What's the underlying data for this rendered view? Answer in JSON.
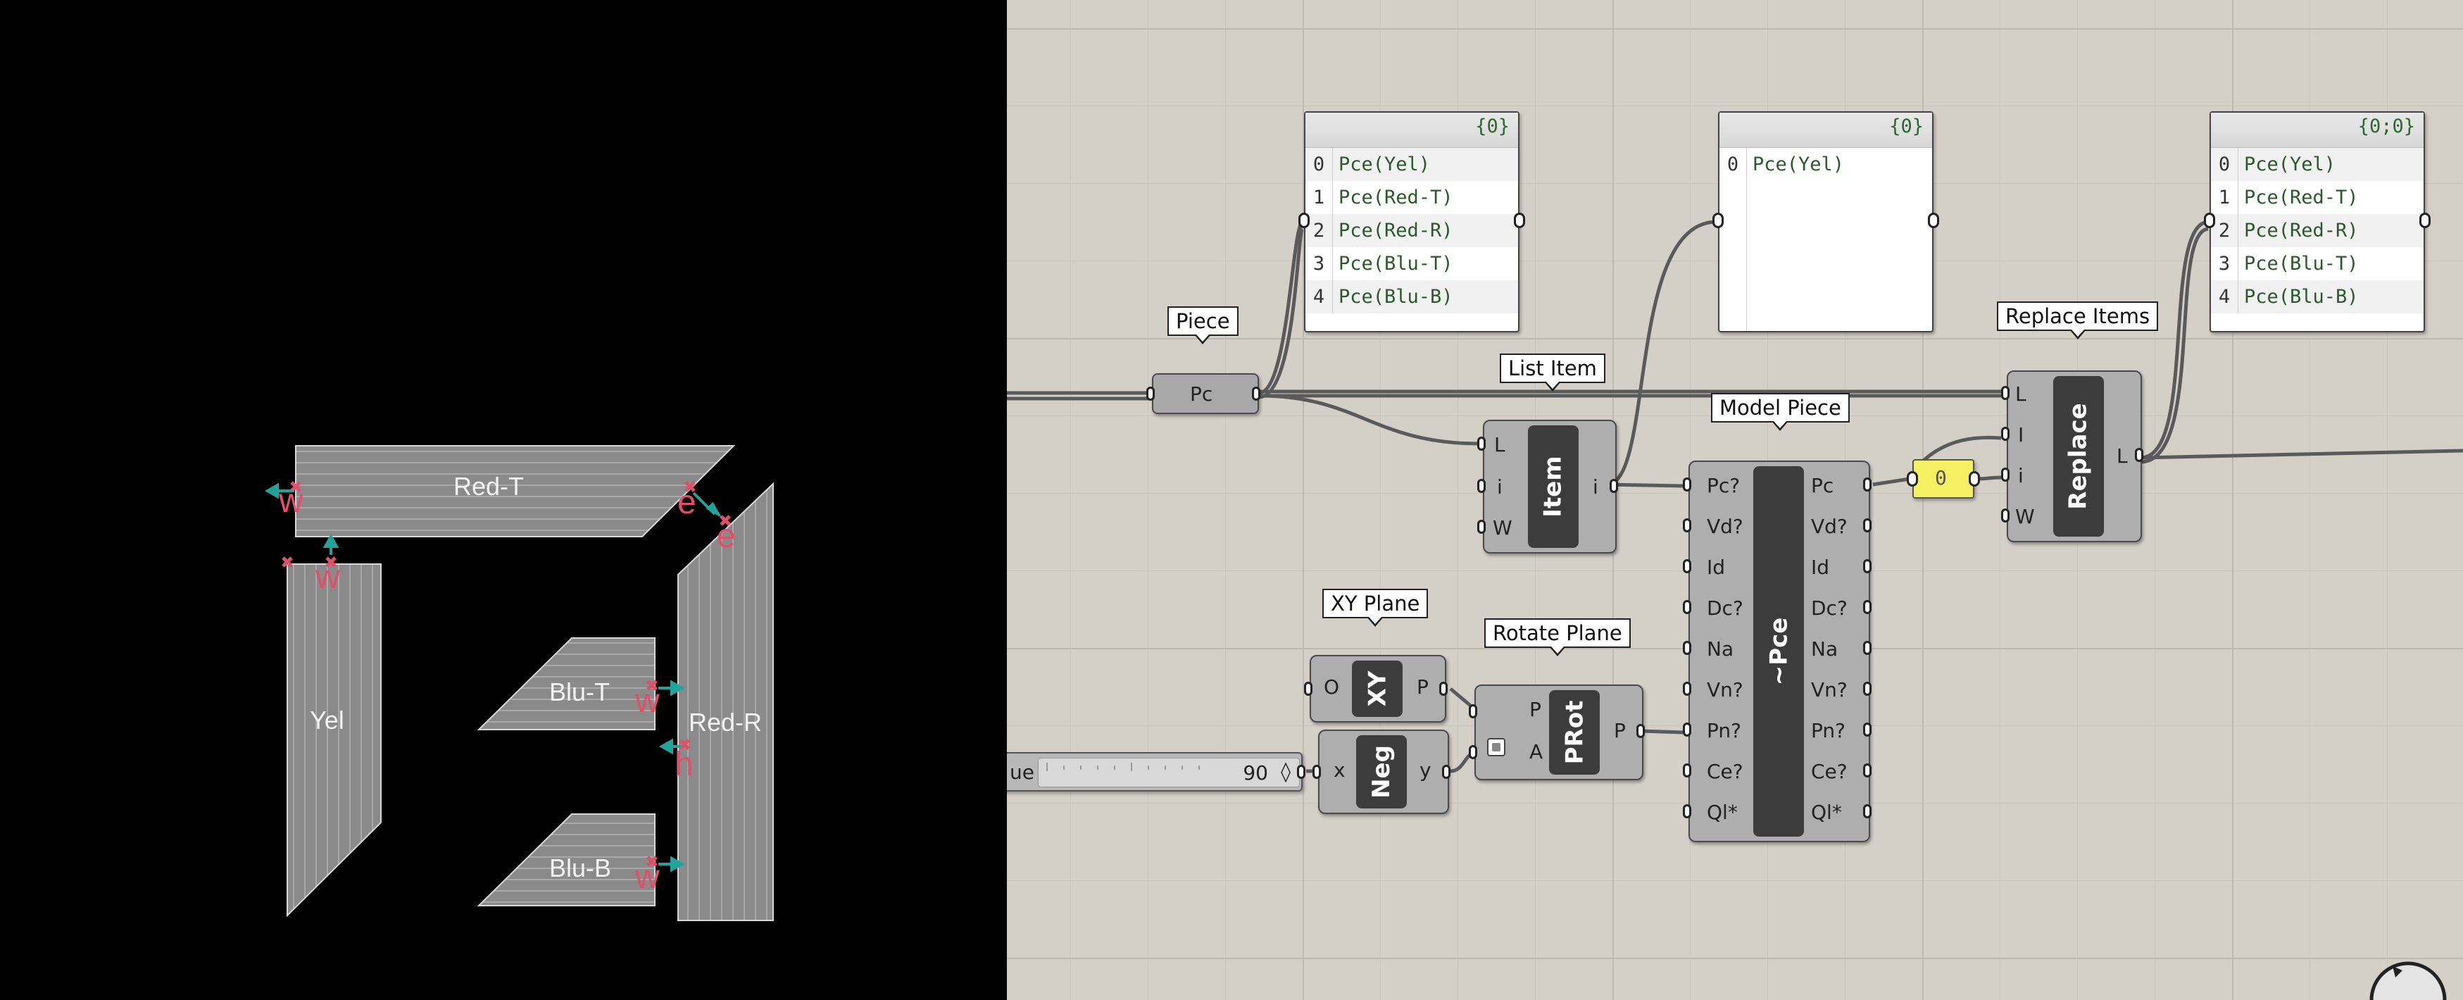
{
  "viewport": {
    "pieces": {
      "red_t": "Red-T",
      "red_r": "Red-R",
      "yel": "Yel",
      "blu_t": "Blu-T",
      "blu_b": "Blu-B"
    },
    "annotations": {
      "w1": "w",
      "w2": "w",
      "w3": "w",
      "w4": "w",
      "e1": "e",
      "e2": "e",
      "h1": "h"
    }
  },
  "canvas": {
    "piece_param": {
      "bubble": "Piece",
      "label": "Pc"
    },
    "list_item": {
      "bubble": "List Item",
      "core": "Item",
      "inputs": [
        "L",
        "i",
        "W"
      ],
      "output": "i"
    },
    "model_piece": {
      "bubble": "Model Piece",
      "core": "~Pce",
      "inputs": [
        "Pc?",
        "Vd?",
        "Id",
        "Dc?",
        "Na",
        "Vn?",
        "Pn?",
        "Ce?",
        "Ql*"
      ],
      "outputs": [
        "Pc",
        "Vd?",
        "Id",
        "Dc?",
        "Na",
        "Vn?",
        "Pn?",
        "Ce?",
        "Ql*"
      ]
    },
    "replace_items": {
      "bubble": "Replace Items",
      "core": "Replace",
      "inputs": [
        "L",
        "I",
        "i",
        "W"
      ],
      "output": "L"
    },
    "xy_plane": {
      "bubble": "XY Plane",
      "core": "XY",
      "input": "O",
      "output": "P"
    },
    "rotate_plane": {
      "bubble": "Rotate Plane",
      "core": "PRot",
      "inputs": [
        "P",
        "A"
      ],
      "output": "P"
    },
    "negative": {
      "core": "Neg",
      "input": "x",
      "output": "y"
    },
    "slider": {
      "label": "ue",
      "value": "90",
      "mark": "◊"
    },
    "number_panel": {
      "value": "0"
    },
    "panel1": {
      "header": "{0}",
      "rows": [
        {
          "i": "0",
          "v": "Pce(Yel)"
        },
        {
          "i": "1",
          "v": "Pce(Red-T)"
        },
        {
          "i": "2",
          "v": "Pce(Red-R)"
        },
        {
          "i": "3",
          "v": "Pce(Blu-T)"
        },
        {
          "i": "4",
          "v": "Pce(Blu-B)"
        }
      ]
    },
    "panel2": {
      "header": "{0}",
      "rows": [
        {
          "i": "0",
          "v": "Pce(Yel)"
        }
      ]
    },
    "panel3": {
      "header": "{0;0}",
      "rows": [
        {
          "i": "0",
          "v": "Pce(Yel)"
        },
        {
          "i": "1",
          "v": "Pce(Red-T)"
        },
        {
          "i": "2",
          "v": "Pce(Red-R)"
        },
        {
          "i": "3",
          "v": "Pce(Blu-T)"
        },
        {
          "i": "4",
          "v": "Pce(Blu-B)"
        }
      ]
    }
  },
  "colors": {
    "viewport_bg": "#000000",
    "canvas_bg": "#d4d0c8",
    "piece_fill": "#8e8e8e",
    "annotation": "#e0506a",
    "arrow": "#1fa39a",
    "number_panel": "#f5f062"
  }
}
